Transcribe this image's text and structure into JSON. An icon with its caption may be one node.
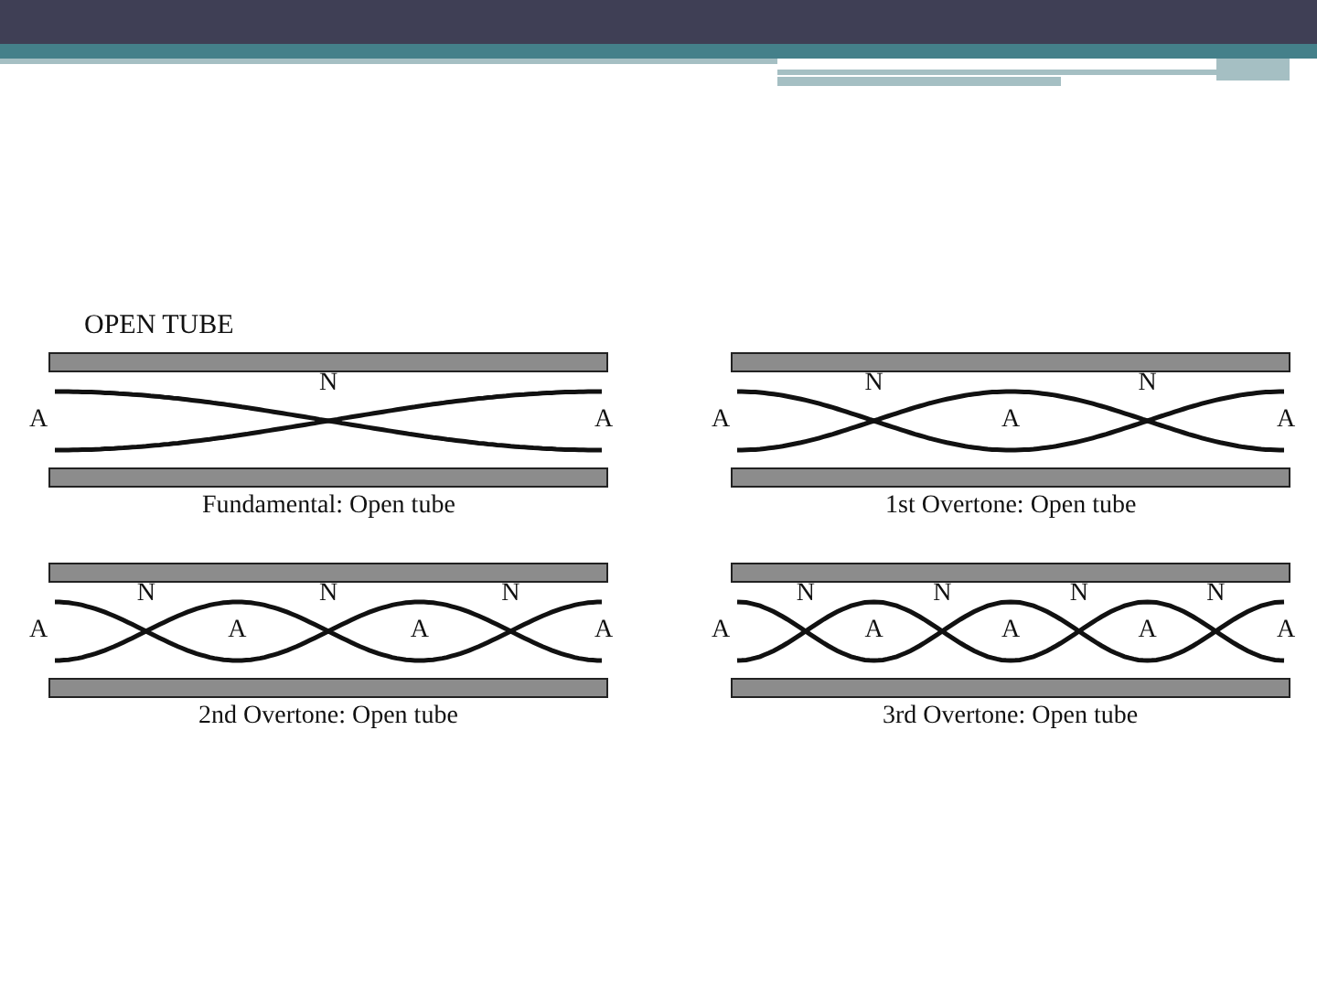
{
  "diagram": {
    "title": "OPEN TUBE",
    "labels": [
      "N",
      "A",
      "A",
      "Fundamental: Open tube",
      "N",
      "N",
      "A",
      "A",
      "A",
      "1st Overtone: Open tube",
      "N",
      "N",
      "N",
      "A",
      "A",
      "A",
      "A",
      "2nd Overtone: Open tube",
      "N",
      "N",
      "N",
      "N",
      "A",
      "A",
      "A",
      "A",
      "A",
      "3rd Overtone: Open tube"
    ]
  }
}
